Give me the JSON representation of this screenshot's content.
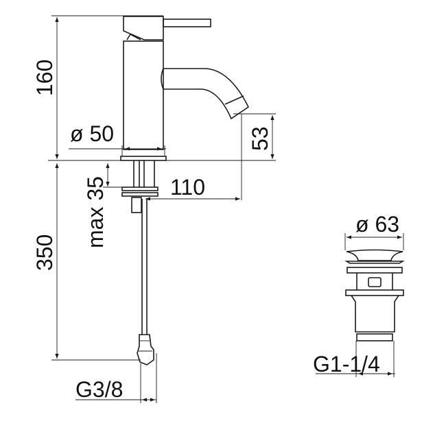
{
  "dimensions": {
    "height_total": "160",
    "body_diameter": "ø 50",
    "spout_height": "53",
    "spout_reach": "110",
    "max_thickness": "max 35",
    "hose_length": "350",
    "hose_thread": "G3/8",
    "drain_diameter": "ø 63",
    "drain_thread": "G1-1/4"
  }
}
